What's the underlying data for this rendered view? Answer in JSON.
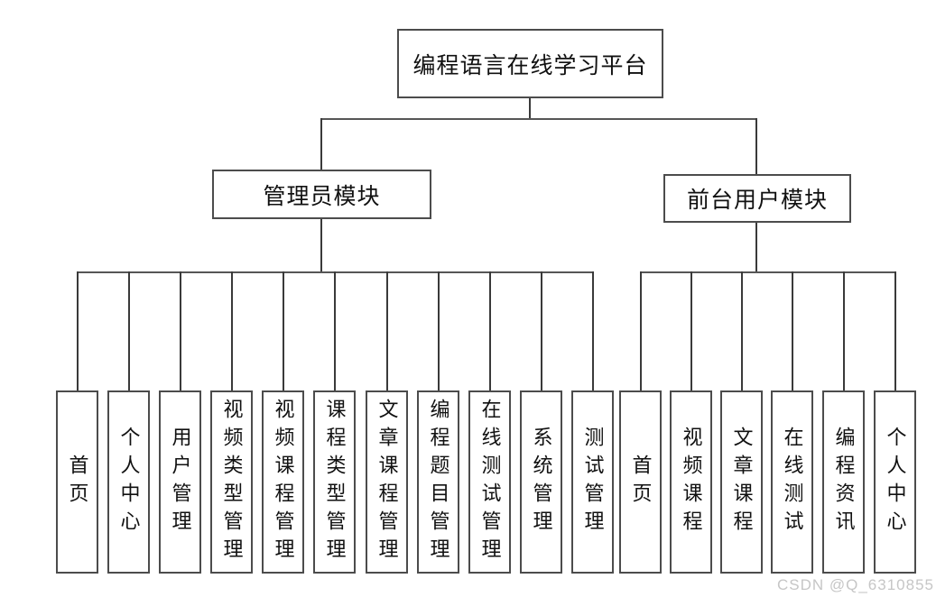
{
  "diagram": {
    "root": "编程语言在线学习平台",
    "modules": [
      {
        "label": "管理员模块",
        "children": [
          "首页",
          "个人中心",
          "用户管理",
          "视频类型管理",
          "视频课程管理",
          "课程类型管理",
          "文章课程管理",
          "编程题目管理",
          "在线测试管理",
          "系统管理",
          "测试管理"
        ]
      },
      {
        "label": "前台用户模块",
        "children": [
          "首页",
          "视频课程",
          "文章课程",
          "在线测试",
          "编程资讯",
          "个人中心"
        ]
      }
    ]
  },
  "watermark": "CSDN @Q_6310855",
  "colors": {
    "background": "#ffffff",
    "box_border": "#4c4c4c",
    "line": "#3a3a3a",
    "text": "#111111",
    "watermark": "#c6c6c6"
  }
}
